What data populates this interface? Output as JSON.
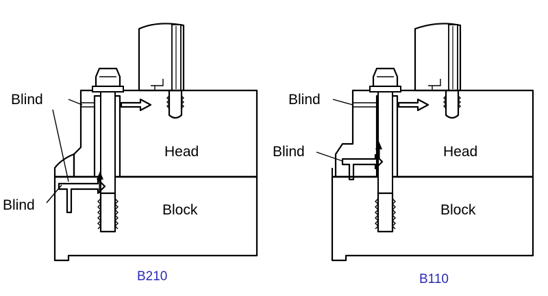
{
  "diagrams": [
    {
      "caption": "B210",
      "labels": {
        "head": "Head",
        "block": "Block",
        "blind_top": "Blind",
        "blind_lower": "Blind"
      }
    },
    {
      "caption": "B110",
      "labels": {
        "head": "Head",
        "block": "Block",
        "blind_top": "Blind",
        "blind_lower": "Blind"
      }
    }
  ],
  "colors": {
    "caption": "#2a2ab8",
    "outline": "#000000",
    "fill": "#ffffff"
  }
}
